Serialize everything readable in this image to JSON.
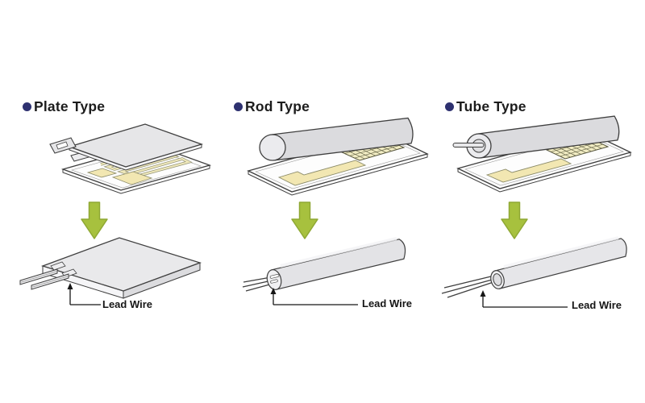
{
  "diagram": {
    "panels": [
      {
        "id": "plate",
        "title": "Plate Type",
        "lead_wire_label": "Lead Wire"
      },
      {
        "id": "rod",
        "title": "Rod Type",
        "lead_wire_label": "Lead Wire"
      },
      {
        "id": "tube",
        "title": "Tube Type",
        "lead_wire_label": "Lead Wire"
      }
    ],
    "colors": {
      "bullet_navy": "#2e3170",
      "arrow_green_fill": "#a7c13e",
      "arrow_green_stroke": "#8fa834",
      "outline_gray": "#3f3f3f",
      "body_gray": "#e3e3e6",
      "end_cap_gray": "#f0f0f2",
      "pad_yellow": "#f2e7b2",
      "element_pale_yellow": "#efe8ba",
      "background": "#ffffff"
    }
  }
}
